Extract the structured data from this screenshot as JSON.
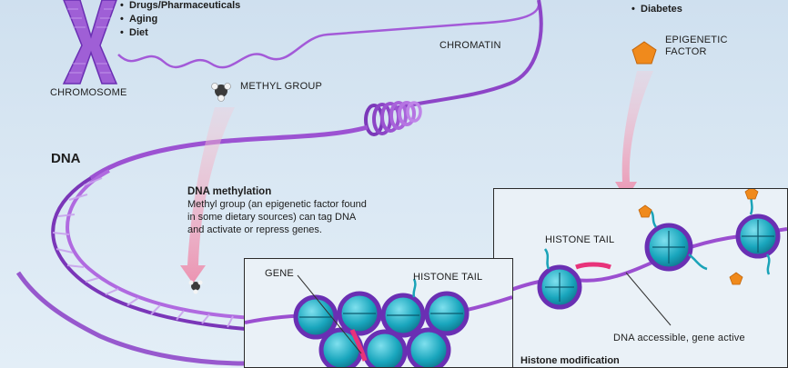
{
  "influences": [
    "Drugs/Pharmaceuticals",
    "Aging",
    "Diet"
  ],
  "influences_right": [
    "Diabetes"
  ],
  "labels": {
    "chromosome": "CHROMOSOME",
    "chromatin": "CHROMATIN",
    "methyl_group": "METHYL GROUP",
    "epigenetic_factor_line1": "EPIGENETIC",
    "epigenetic_factor_line2": "FACTOR",
    "dna": "DNA",
    "histone_tail_upper": "HISTONE TAIL",
    "histone_tail_lower": "HISTONE TAIL",
    "gene": "GENE",
    "dna_accessible": "DNA accessible, gene active"
  },
  "methylation": {
    "heading": "DNA methylation",
    "line1": "Methyl group (an epigenetic factor found",
    "line2": "in some dietary sources) can tag DNA",
    "line3": "and activate or repress genes."
  },
  "panels": {
    "histone_modification": "Histone modification"
  },
  "colors": {
    "background": "#d9e7f3",
    "dna_strand": "#9b4fd0",
    "chromatin": "#8d45c7",
    "histone": "#1aa3b8",
    "histone_ring": "#6a2fb3",
    "tag_orange": "#f08a1c",
    "arrow_pink": "#f3b6c8",
    "gene_marker": "#e8337a"
  }
}
